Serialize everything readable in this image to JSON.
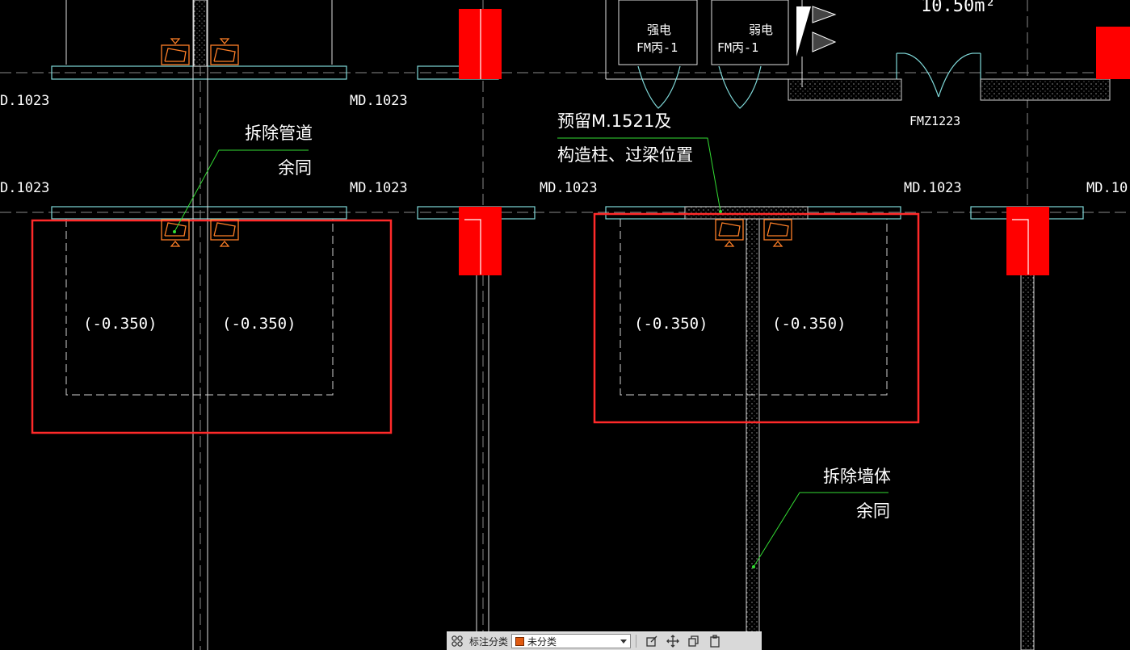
{
  "drawing": {
    "axis_labels": [
      "D.1023",
      "MD.1023",
      "D.1023",
      "MD.1023",
      "MD.1023",
      "MD.1023",
      "MD.10"
    ],
    "elevations": [
      "(-0.350)",
      "(-0.350)",
      "(-0.350)",
      "(-0.350)"
    ],
    "notes": {
      "pipe_remove_line1": "拆除管道",
      "pipe_remove_line2": "余同",
      "reserve_line1": "预留M.1521及",
      "reserve_line2": "构造柱、过梁位置",
      "wall_remove_line1": "拆除墙体",
      "wall_remove_line2": "余同"
    },
    "doors": {
      "strong_elec_name": "强电",
      "strong_elec_code": "FM丙-1",
      "weak_elec_name": "弱电",
      "weak_elec_code": "FM丙-1",
      "main_door_code": "FMZ1223"
    },
    "area_text": "10.50m²",
    "colors": {
      "background": "#000000",
      "wall_cyan": "#7fd8d8",
      "column_red": "#ff0000",
      "highlight_red": "#ff2a2a",
      "leader_green": "#33dd33",
      "pipe_orange": "#ff7f27"
    }
  },
  "toolbar": {
    "label": "标注分类",
    "category_value": "未分类",
    "category_color": "#e05a10"
  }
}
